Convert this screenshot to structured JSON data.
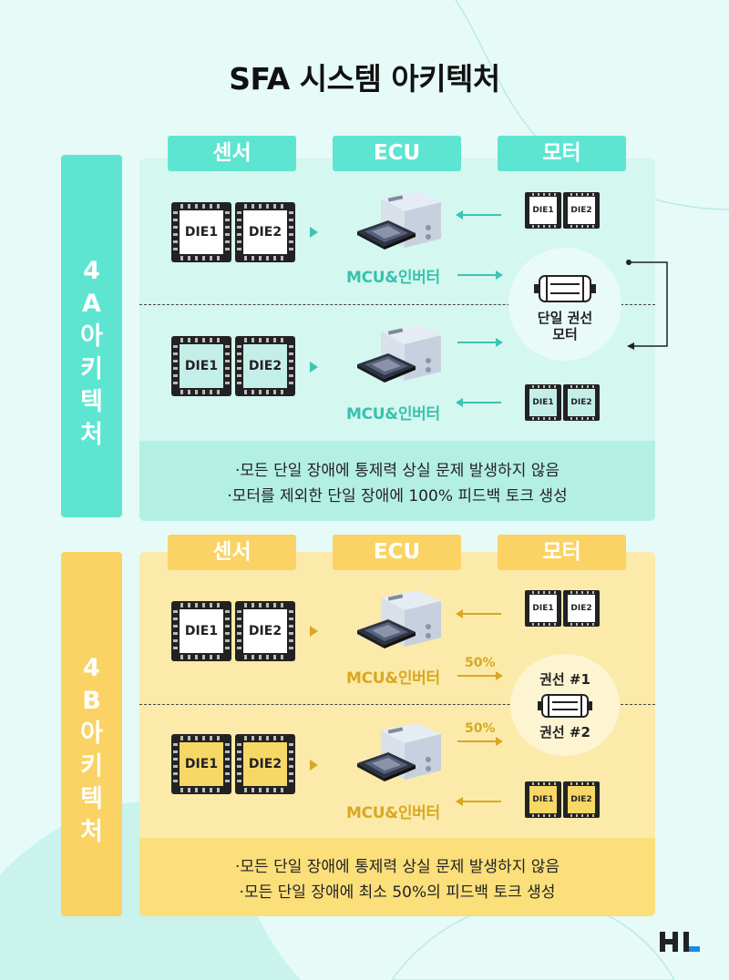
{
  "title": "SFA 시스템 아키텍처",
  "colors": {
    "teal": "#5ee5d2",
    "teal_panel": "#d4f7f0",
    "teal_note": "#b4efe3",
    "yellow": "#fad364",
    "yellow_panel": "#fbeaaa",
    "yellow_note": "#fbdf7a",
    "chip_white": "#ffffff",
    "chip_teal": "#c4efe9",
    "chip_yellow": "#f7d866"
  },
  "section_a": {
    "side_label": "4A아키텍처",
    "headers": [
      "센서",
      "ECU",
      "모터"
    ],
    "chips_top": [
      "DIE1",
      "DIE2"
    ],
    "chips_bottom": [
      "DIE1",
      "DIE2"
    ],
    "motor_chips_top": [
      "DIE1",
      "DIE2"
    ],
    "motor_chips_bottom": [
      "DIE1",
      "DIE2"
    ],
    "mcu_top": "MCU&인버터",
    "mcu_bottom": "MCU&인버터",
    "motor_label": "단일 권선\n모터",
    "notes": [
      "·모든 단일 장애에 통제력 상실 문제 발생하지 않음",
      "·모터를 제외한 단일 장애에 100% 피드백 토크 생성"
    ]
  },
  "section_b": {
    "side_label": "4B아키텍처",
    "headers": [
      "센서",
      "ECU",
      "모터"
    ],
    "chips_top": [
      "DIE1",
      "DIE2"
    ],
    "chips_bottom": [
      "DIE1",
      "DIE2"
    ],
    "motor_chips_top": [
      "DIE1",
      "DIE2"
    ],
    "motor_chips_bottom": [
      "DIE1",
      "DIE2"
    ],
    "mcu_top": "MCU&인버터",
    "mcu_bottom": "MCU&인버터",
    "pct_top": "50%",
    "pct_bottom": "50%",
    "winding_1": "권선 #1",
    "winding_2": "권선 #2",
    "notes": [
      "·모든 단일 장애에 통제력 상실 문제 발생하지 않음",
      "·모든 단일 장애에 최소 50%의 피드백 토크 생성"
    ]
  },
  "logo": "HL"
}
